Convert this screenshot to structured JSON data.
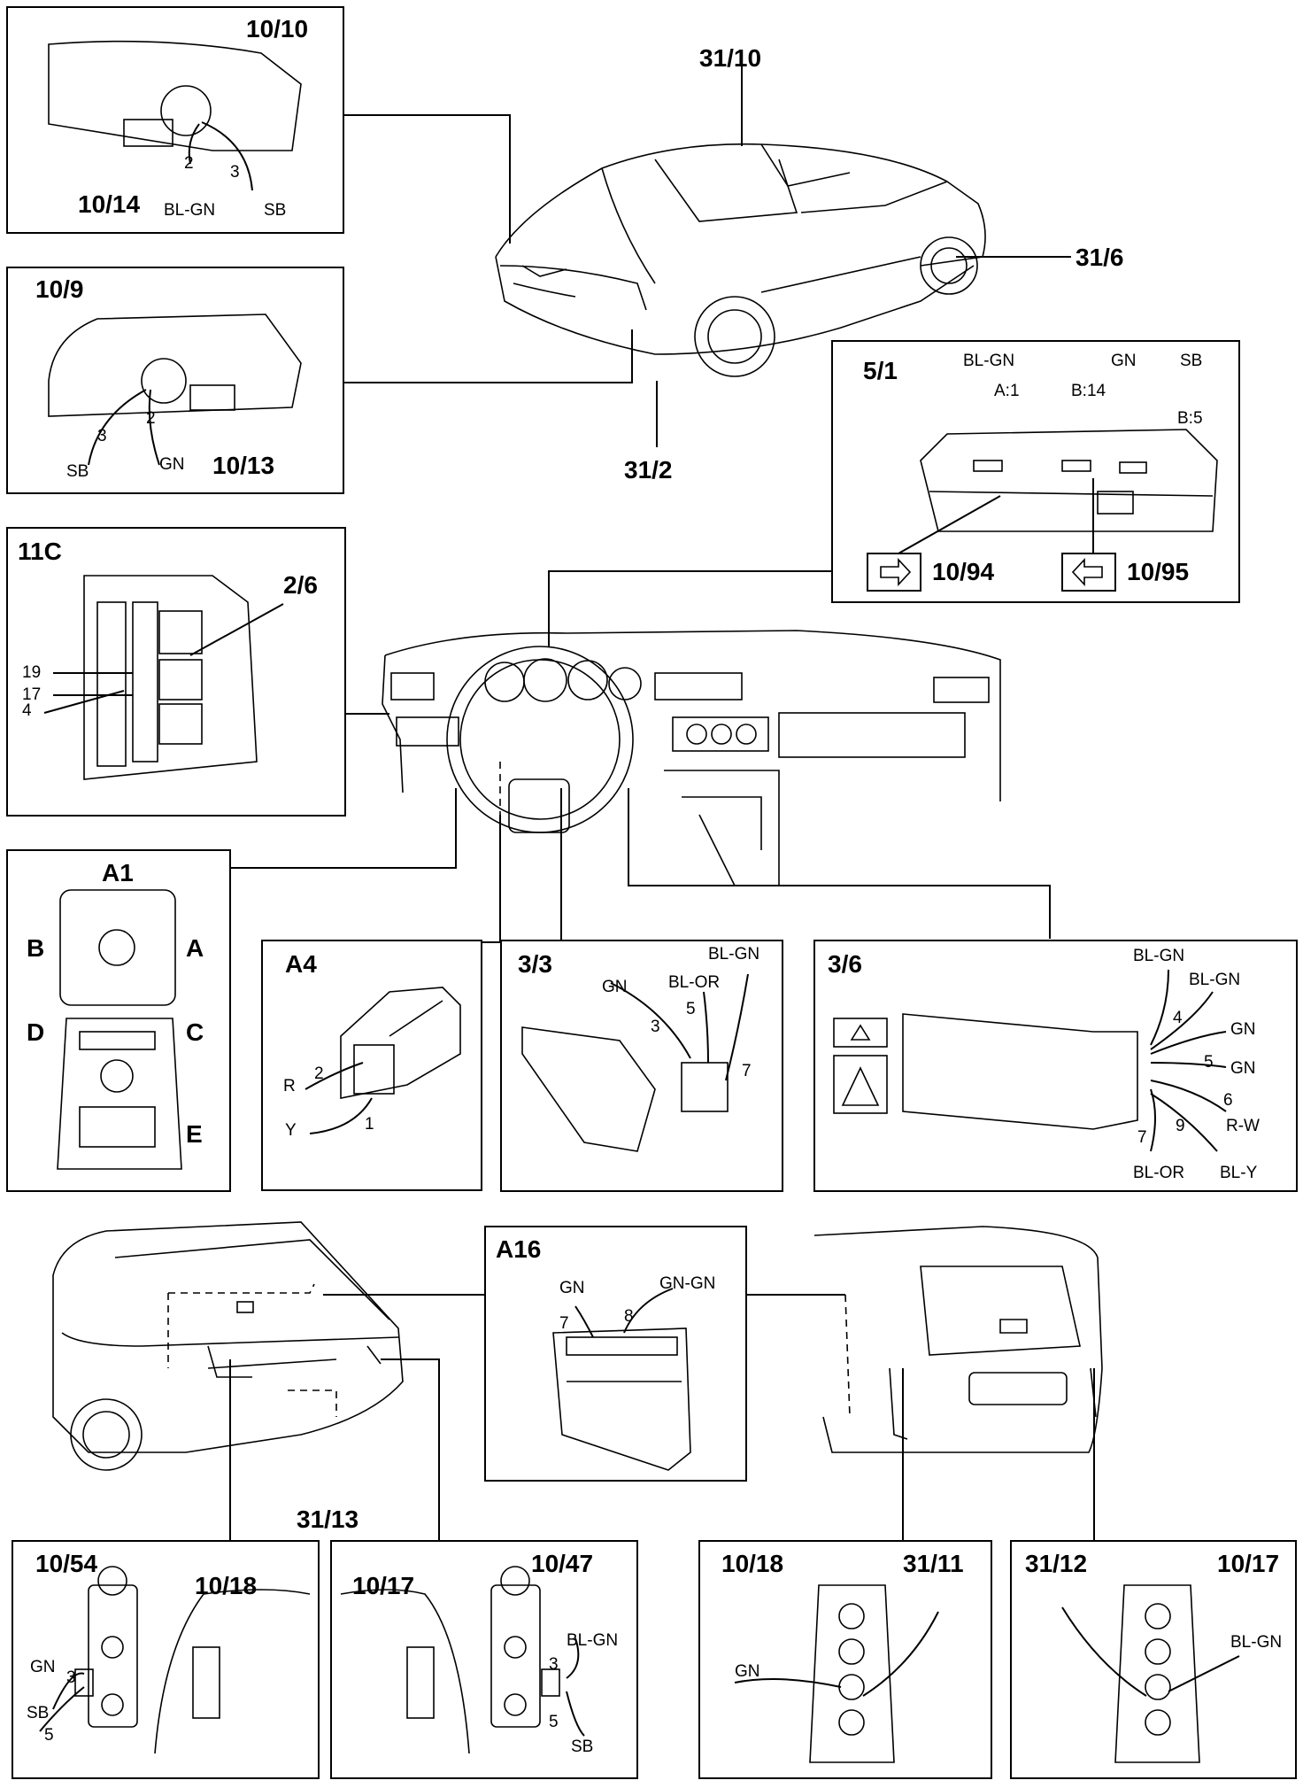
{
  "boxes": {
    "p10_10": {
      "title": "10/10",
      "ref": "10/14",
      "wires": {
        "w2": "2",
        "w3": "3",
        "c1": "BL-GN",
        "c2": "SB"
      }
    },
    "p10_9": {
      "title": "10/9",
      "ref": "10/13",
      "wires": {
        "w3": "3",
        "w2": "2",
        "c1": "SB",
        "c2": "GN"
      }
    },
    "p5_1": {
      "title": "5/1",
      "c1": "BL-GN",
      "c2": "GN",
      "c3": "SB",
      "a1": "A:1",
      "b14": "B:14",
      "b5": "B:5",
      "r1": "10/94",
      "r2": "10/95"
    },
    "p11C": {
      "title": "11C",
      "ref": "2/6",
      "n19": "19",
      "n17": "17",
      "n4": "4"
    },
    "pA1": {
      "title": "A1",
      "b": "B",
      "a": "A",
      "d": "D",
      "c": "C",
      "e": "E"
    },
    "pA4": {
      "title": "A4",
      "r": "R",
      "y": "Y",
      "n2": "2",
      "n1": "1"
    },
    "p3_3": {
      "title": "3/3",
      "gn": "GN",
      "blor": "BL-OR",
      "blgn": "BL-GN",
      "n3": "3",
      "n5": "5",
      "n7": "7"
    },
    "p3_6": {
      "title": "3/6",
      "c1": "BL-GN",
      "c2": "BL-GN",
      "c3": "GN",
      "c4": "GN",
      "c5": "R-W",
      "c6": "BL-OR",
      "c7": "BL-Y",
      "n4": "4",
      "n5": "5",
      "n6": "6",
      "n7": "7",
      "n9": "9"
    },
    "pA16": {
      "title": "A16",
      "gn": "GN",
      "gngn": "GN-GN",
      "n7": "7",
      "n8": "8"
    },
    "pB1": {
      "t1": "10/54",
      "t2": "10/18",
      "gn": "GN",
      "sb": "SB",
      "n3": "3",
      "n5": "5"
    },
    "pB2": {
      "t1": "10/17",
      "t2": "10/47",
      "blgn": "BL-GN",
      "sb": "SB",
      "n3": "3",
      "n5": "5"
    },
    "pB3": {
      "t1": "10/18",
      "t2": "31/11",
      "gn": "GN"
    },
    "pB4": {
      "t1": "31/12",
      "t2": "10/17",
      "blgn": "BL-GN"
    }
  },
  "refs": {
    "r31_10": "31/10",
    "r31_6": "31/6",
    "r31_2": "31/2",
    "r31_13": "31/13"
  }
}
